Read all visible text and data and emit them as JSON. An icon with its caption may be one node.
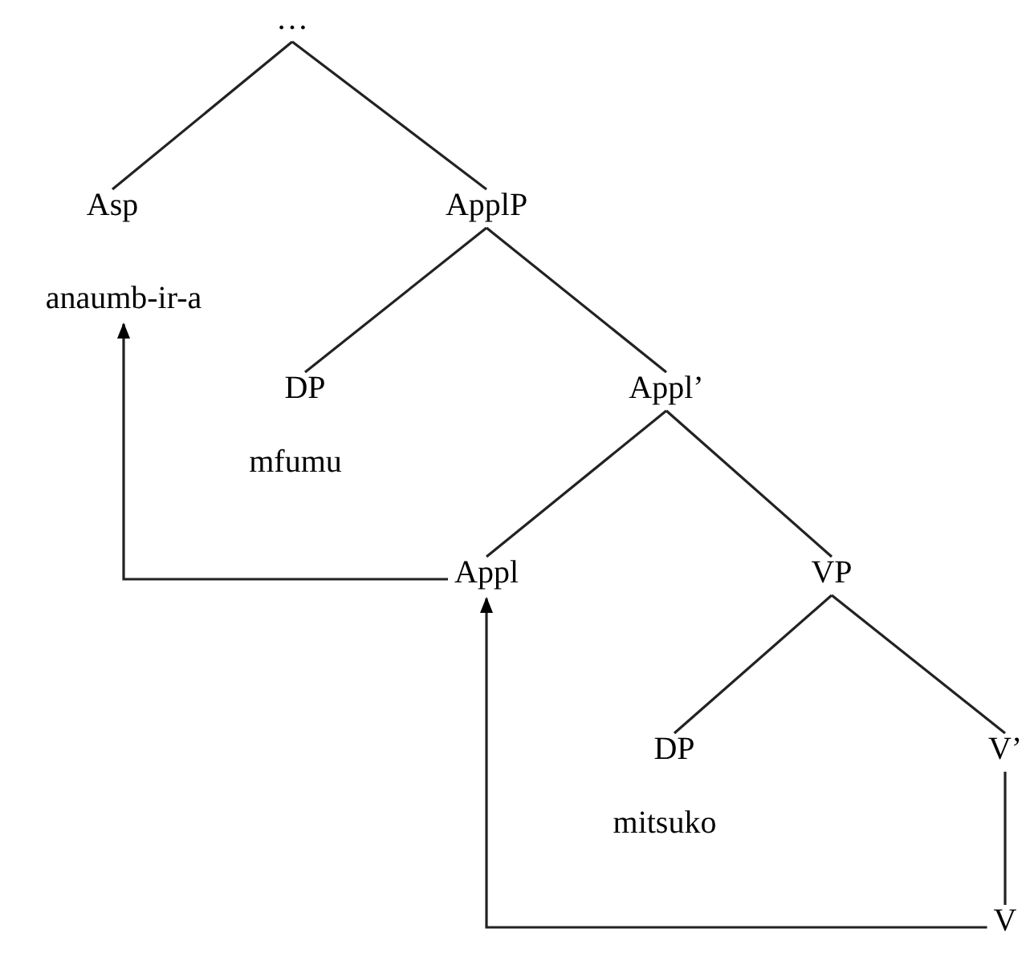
{
  "diagram": {
    "nodes": [
      {
        "text": [
          "…"
        ]
      },
      {
        "text": [
          "Asp"
        ]
      },
      {
        "text": [
          "ApplP"
        ]
      },
      {
        "text": [
          "anaumb-ir-a"
        ]
      },
      {
        "text": [
          "DP"
        ],
        "beside": [
          "mfumu"
        ]
      },
      {
        "text": [
          "Appl’"
        ]
      },
      {
        "text": [
          "Appl"
        ]
      },
      {
        "text": [
          "VP"
        ]
      },
      {
        "text": [
          "DP"
        ],
        "beside": [
          "mitsuko"
        ]
      },
      {
        "text": [
          "V’"
        ]
      },
      {
        "text": [
          "V"
        ]
      }
    ],
    "edges": [
      {
        "from": 0,
        "to": 1,
        "arrow": "none"
      },
      {
        "from": 0,
        "to": 2,
        "arrow": "none"
      },
      {
        "from": 2,
        "to": 4,
        "arrow": "none"
      },
      {
        "from": 2,
        "to": 5,
        "arrow": "none"
      },
      {
        "from": 5,
        "to": 6,
        "arrow": "none"
      },
      {
        "from": 5,
        "to": 7,
        "arrow": "none"
      },
      {
        "from": 7,
        "to": 8,
        "arrow": "none"
      },
      {
        "from": 7,
        "to": 9,
        "arrow": "none"
      },
      {
        "from": 9,
        "to": 10,
        "arrow": "none"
      },
      {
        "from": 6,
        "to": 3,
        "arrow": "to"
      },
      {
        "from": 10,
        "to": 6,
        "arrow": "to"
      }
    ]
  }
}
